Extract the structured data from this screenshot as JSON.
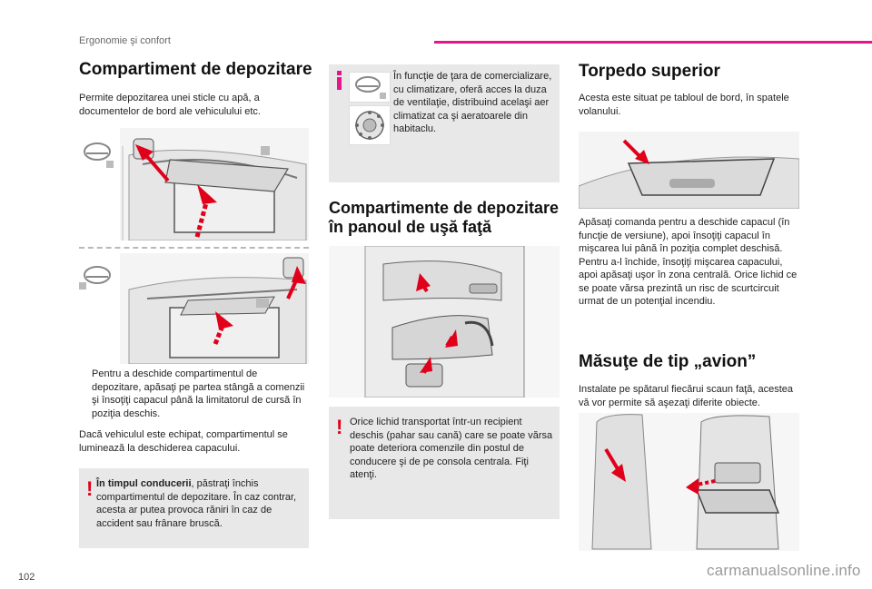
{
  "header": {
    "section": "Ergonomie şi confort"
  },
  "left": {
    "title": "Compartiment de depozitare",
    "intro": "Permite depozitarea unei sticle cu apă, a documentelor de bord ale vehiculului etc.",
    "bullet_mark": "",
    "bullet": "Pentru a deschide compartimentul de depozitare, apăsaţi pe partea stângă a comenzii şi însoţiţi capacul până la limitatorul de cursă în poziţia deschis.",
    "lit": "Dacă vehiculul este echipat, compartimentul se luminează la deschiderea capacului.",
    "warning_bold": "În timpul conducerii",
    "warning_rest": ", păstraţi închis compartimentul de depozitare. În caz contrar, acesta ar putea provoca răniri în caz de accident sau frânare bruscă."
  },
  "middle": {
    "info": "În funcţie de ţara de comercializare, cu climatizare, oferă acces la duza de ventilaţie, distribuind acelaşi aer climatizat ca şi aeratoarele din habitaclu.",
    "title": "Compartimente de depozitare în panoul de uşă faţă",
    "warning": "Orice lichid transportat într-un recipient deschis (pahar sau cană) care se poate vărsa poate deteriora comenzile din postul de conducere şi de pe consola centrala. Fiţi atenţi."
  },
  "right": {
    "title1": "Torpedo superior",
    "text1": "Acesta este situat pe tabloul de bord, în spatele volanului.",
    "text2": "Apăsaţi comanda pentru a deschide capacul (în funcţie de versiune), apoi însoţiţi capacul în mişcarea lui până în poziţia complet deschisă. Pentru a-l închide, însoţiţi mişcarea capacului, apoi apăsaţi uşor în zona centrală. Orice lichid ce se poate vărsa prezintă un risc de scurtcircuit urmat de un potenţial incendiu.",
    "title2": "Măsuţe de tip „avion”",
    "text3": "Instalate pe spătarul fiecărui scaun faţă, acestea vă vor permite să aşezaţi diferite obiecte."
  },
  "marks": {
    "warning": "!",
    "info": "i"
  },
  "footer": {
    "page_number": "102",
    "watermark": "carmanualsonline.info"
  },
  "colors": {
    "accent": "#e8148c",
    "warning": "#e0001a",
    "note_bg": "#e8e8e8",
    "arrow": "#e0001a"
  },
  "icons": [
    "steering-wheel-icon",
    "climate-knob-icon",
    "warning-icon",
    "info-icon"
  ]
}
